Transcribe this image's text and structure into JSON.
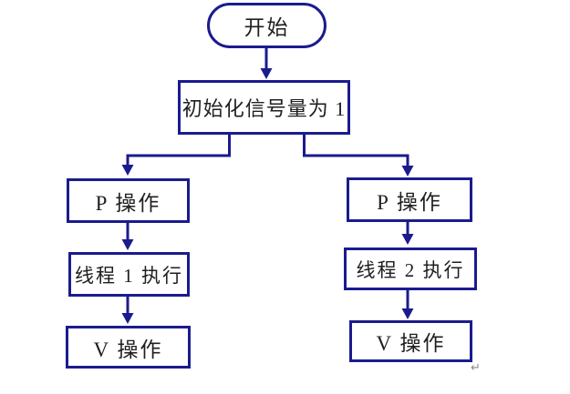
{
  "diagram": {
    "description": "Flowchart of two threads synchronizing with a semaphore using P and V operations",
    "colors": {
      "line": "#1b1b8e",
      "text": "#1f1f1f",
      "background": "#ffffff",
      "return_mark": "#8a8a8a"
    },
    "nodes": {
      "start": {
        "shape": "terminator",
        "label": "开始"
      },
      "init": {
        "shape": "process",
        "label": "初始化信号量为 1"
      },
      "p_left": {
        "shape": "process",
        "label": "P 操作"
      },
      "thread_left": {
        "shape": "process",
        "label": "线程 1 执行"
      },
      "v_left": {
        "shape": "process",
        "label": "V 操作"
      },
      "p_right": {
        "shape": "process",
        "label": "P 操作"
      },
      "thread_right": {
        "shape": "process",
        "label": "线程 2 执行"
      },
      "v_right": {
        "shape": "process",
        "label": "V 操作"
      }
    },
    "edges": [
      "start -> init",
      "init -> p_left",
      "init -> p_right",
      "p_left -> thread_left",
      "thread_left -> v_left",
      "p_right -> thread_right",
      "thread_right -> v_right"
    ],
    "return_mark": "↵"
  }
}
